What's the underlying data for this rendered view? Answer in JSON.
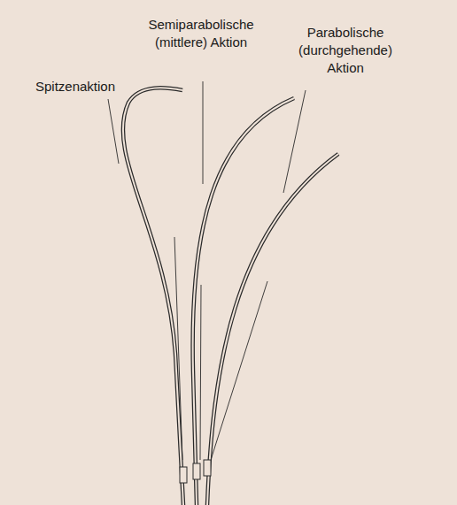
{
  "diagram": {
    "labels": [
      "Spitzenaktion",
      "Semiparabolische (mittlere) Aktion",
      "Parabolische (durchgehende) Aktion"
    ]
  }
}
